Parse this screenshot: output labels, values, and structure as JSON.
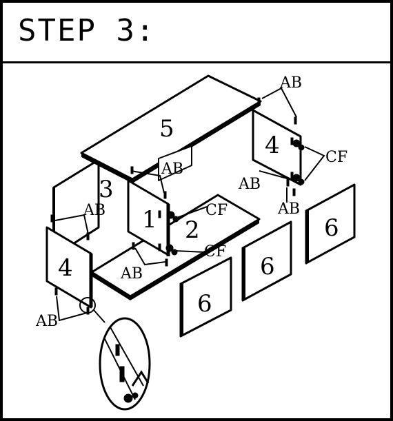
{
  "title": "STEP 3:",
  "callouts": {
    "ab_top_right": "AB",
    "ab_mid_top": "AB",
    "ab_right_left": "AB",
    "ab_right_bottom": "AB",
    "ab_left_mid": "AB",
    "ab_bottom_mid": "AB",
    "ab_bottom_left": "AB",
    "cf_right": "CF",
    "cf_mid_top": "CF",
    "cf_mid_bottom": "CF"
  },
  "parts": {
    "top_panel": "5",
    "left_side": "3",
    "divider": "1",
    "bottom_panel": "2",
    "end_panel_right": "4",
    "end_panel_left": "4",
    "door_front": "6",
    "door_middle": "6",
    "door_right": "6"
  }
}
